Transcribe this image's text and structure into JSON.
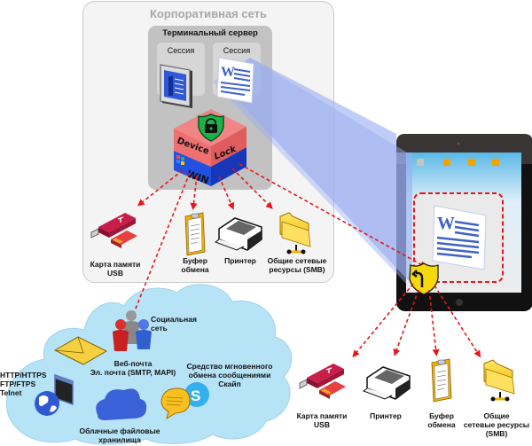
{
  "corporate_network": {
    "title": "Корпоративная сеть",
    "terminal_server": {
      "title": "Терминальный сервер",
      "sessions": [
        {
          "label": "Сессия",
          "icon": "app-window-icon"
        },
        {
          "label": "Сессия",
          "icon": "word-document-icon"
        }
      ],
      "devicelock_block": {
        "top_left": "Device",
        "top_right": "Lock",
        "bottom": "WIN",
        "icon": "lock-shield-icon"
      }
    },
    "devices": [
      {
        "label": "Карта памяти\nUSB",
        "icon": "usb-memory-card-icon"
      },
      {
        "label": "Буфер\nобмена",
        "icon": "clipboard-icon"
      },
      {
        "label": "Принтер",
        "icon": "printer-icon"
      },
      {
        "label": "Общие сетевые\nресурсы (SMB)",
        "icon": "network-folder-icon"
      }
    ]
  },
  "internet_cloud": {
    "items": [
      {
        "label": "Социальная\nсеть",
        "icon": "social-network-icon"
      },
      {
        "label": "Веб-почта\nЭл. почта (SMTP, MAPI)",
        "icon": "email-envelope-icon"
      },
      {
        "label": "HTTP/HTTPS\nFTP/FTPS\nTelnet",
        "icon": "globe-terminal-icon"
      },
      {
        "label": "Облачные файловые\nхранилища",
        "icon": "cloud-storage-icon"
      },
      {
        "label": "Средство мгновенного\nобмена сообщениями\nСкайп",
        "icon": "chat-skype-icon"
      }
    ]
  },
  "mobile_device": {
    "icon": "tablet-icon",
    "shield_icon": "redirect-shield-icon",
    "session_doc_icon": "word-document-icon",
    "devices": [
      {
        "label": "Карта памяти\nUSB",
        "icon": "usb-memory-card-icon"
      },
      {
        "label": "Принтер",
        "icon": "printer-icon"
      },
      {
        "label": "Буфер\nобмена",
        "icon": "clipboard-icon"
      },
      {
        "label": "Общие\nсетевые ресурсы\n(SMB)",
        "icon": "network-folder-icon"
      }
    ]
  },
  "colors": {
    "arrow": "#e8151b",
    "beam": "#9aaef0",
    "devicelock_top": "#f07070",
    "win_block": "#2250e0",
    "cloud": "#b7e3f7",
    "shield_green": "#19b34a",
    "shield_yellow": "#f5d90a"
  }
}
